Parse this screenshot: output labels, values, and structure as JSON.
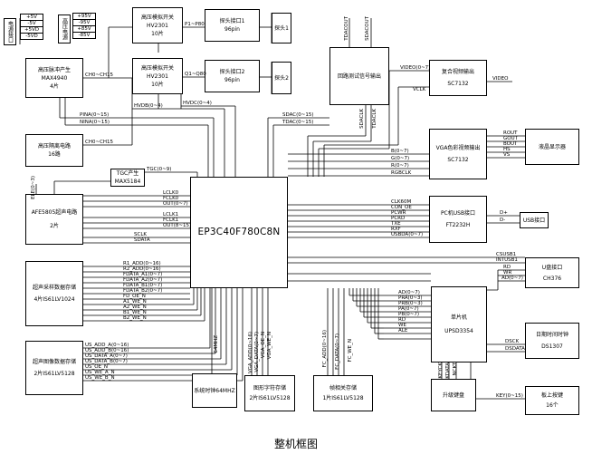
{
  "caption": "整机框图",
  "fpga": {
    "label": "EP3C40F780C8N"
  },
  "power": {
    "label": "电源接口",
    "rails": [
      "+5V",
      "-5V",
      "+5VD",
      "-5VD"
    ]
  },
  "hv_power": {
    "label": "高压电源",
    "rails": [
      "+95V",
      "-95V",
      "+85V",
      "-85V"
    ]
  },
  "blocks": {
    "hvsw1": [
      "高压模拟开关",
      "HV2301",
      "10片"
    ],
    "hvsw2": [
      "高压模拟开关",
      "HV2301",
      "10片"
    ],
    "probe_if1": [
      "探头接口1",
      "96pin"
    ],
    "probe_if2": [
      "探头接口2",
      "96pin"
    ],
    "probe1": "探头1",
    "probe2": "探头2",
    "pulse": [
      "高压脉冲产生",
      "MAX4940",
      "4片"
    ],
    "hv_iso": [
      "高压隔离电路",
      "16路"
    ],
    "tgc": [
      "TGC产生",
      "MAX5184"
    ],
    "afe": [
      "AFE5805超声电路",
      "2片"
    ],
    "echo_mem": [
      "超声采样数据存储",
      "4片IS61LV1024"
    ],
    "img_mem": [
      "超声图像数据存储",
      "2片IS61LV5128"
    ],
    "clock": "系统时钟64MHZ",
    "font_mem": [
      "图形字符存储",
      "2片IS61LV5128"
    ],
    "frame_mem": [
      "帧相关存储",
      "1片IS61LV5128"
    ],
    "testsig": "回路测试信号输出",
    "video": [
      "复合视频输出",
      "SC7132"
    ],
    "vga": [
      "VGA色彩视频输出",
      "SC7132"
    ],
    "lcd": "液晶显示器",
    "usb": [
      "PC机USB接口",
      "FT2232H"
    ],
    "usb_port": "USB接口",
    "udisk": [
      "U盘接口",
      "CH376"
    ],
    "mcu": [
      "单片机",
      "UPSD3354"
    ],
    "rtc": [
      "日期时间时钟",
      "DS1307"
    ],
    "keyboard": "升级键盘",
    "panel_keys": [
      "板上按键",
      "16个"
    ]
  },
  "signals": {
    "ch0_15_top": "CH0~CH15",
    "p1_p80": "P1~P80",
    "q1_q80": "Q1~Q80",
    "hvdb": "HVDB(0~4)",
    "hvdc": "HVDC(0~4)",
    "pina": "PINA(0~15)",
    "nina": "NINA(0~15)",
    "ch0_15_bot": "CH0~CH15",
    "tgc": "TGC(0~9)",
    "lclk0": "LCLK0",
    "fclk0": "FCLK0",
    "out0": "OUT(0~7)",
    "lclk1": "LCLK1",
    "fclk1": "FCLK1",
    "out8": "OUT(8~15)",
    "sclk": "SCLK",
    "sdata": "SDATA",
    "r1add": "R1_ADD(0~16)",
    "r2add": "R2_ADD(0~16)",
    "fdata_a1": "FDATA_A1(0~7)",
    "fdata_a2": "FDATA_A2(0~7)",
    "fdata_b1": "FDATA_B1(0~7)",
    "fdata_b2": "FDATA_B2(0~7)",
    "fd_oe": "FD_OE_N",
    "a1_we": "A1_WE_N",
    "a2_we": "A2_WE_N",
    "b1_we": "B1_WE_N",
    "b2_we": "B2_WE_N",
    "us_add_a": "US_ADD_A(0~16)",
    "us_add_b": "US_ADD_B(0~16)",
    "us_data_a": "US_DATA_A(0~7)",
    "us_data_b": "US_DATA_B(0~7)",
    "us_oe": "US_OE_N",
    "us_we_a": "US_WE_A_N",
    "us_we_b": "US_WE_B_N",
    "sdac": "SDAC(0~15)",
    "tdac": "TDAC(0~15)",
    "sdaclk": "SDACLK",
    "tdaclk": "TDACLK",
    "tdacout": "TDACOUT",
    "sdacout": "SDACOUT",
    "video07": "VIDEO(0~7)",
    "vclk": "VCLK",
    "video_out": "VIDEO",
    "b07": "B(0~7)",
    "g07": "G(0~7)",
    "r07": "R(0~7)",
    "rgbclk": "RGBCLK",
    "rout": "ROUT",
    "gout": "GOUT",
    "bout": "BOUT",
    "hs": "HS",
    "vs": "VS",
    "clk60m": "CLK60M",
    "con_oe": "CON_OE",
    "pcwr": "PCWR",
    "pcrd": "PCRD",
    "txe": "TXE",
    "rxf": "RXF",
    "usbda": "USBDA(0~7)",
    "dplus": "D+",
    "dminus": "D-",
    "csusb1": "CSUSB1",
    "intusb1": "INTUSB1",
    "rd_u": "RD",
    "wr_u": "WR",
    "ad_u": "AD(0~7)",
    "ad07": "AD(0~7)",
    "pra": "PRA(0~3)",
    "prb": "PRB(0~3)",
    "pa": "PA(0~7)",
    "pb": "PB(0~7)",
    "rd": "RD",
    "we": "WE",
    "ale": "ALE",
    "dsck": "DSCK",
    "dsdata": "DSDATA",
    "keyck": "KEYCK",
    "kdata": "KDATA",
    "nckt": "NCKT",
    "key": "KEY(0~15)",
    "fc_add": "FC_ADD(0~16)",
    "fc_data": "FC_DATA(0~7)",
    "fc_we": "FC_WE_N",
    "vga_add": "VGA_ADD(0~16)",
    "vga_data": "VGA_DATA(0~7)",
    "vga_oe": "VGA_OE_N",
    "vga_we": "VGA_WE_N",
    "clk64": "64MHZ",
    "ele": "ELE(0~3)"
  }
}
